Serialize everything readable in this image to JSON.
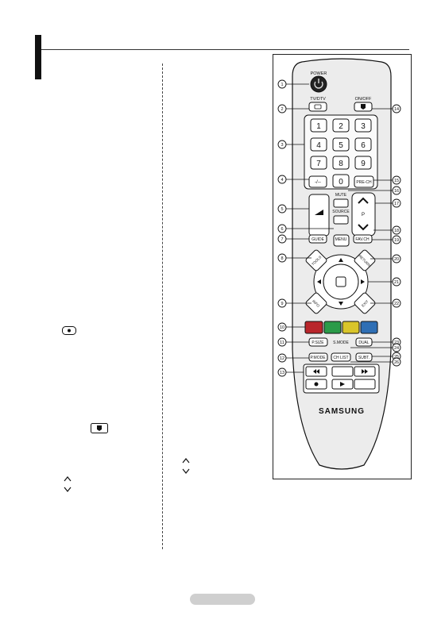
{
  "brand": "SAMSUNG",
  "remote_labels": {
    "power": "POWER",
    "tv_dtv": "TV/DTV",
    "on_off": "ON/OFF",
    "digits": [
      "1",
      "2",
      "3",
      "4",
      "5",
      "6",
      "7",
      "8",
      "9",
      "0"
    ],
    "dash": "-/--",
    "pre_ch": "PRE-CH",
    "mute": "MUTE",
    "source": "SOURCE",
    "p": "P",
    "guide": "GUIDE",
    "menu": "MENU",
    "fav_ch": "FAV.CH",
    "tools": "TOOLS",
    "return": "RETURN",
    "info": "INFO",
    "exit": "EXIT",
    "p_size": "P.SIZE",
    "dual": "DUAL",
    "p_mode": "P.MODE",
    "s_mode": "S.MODE",
    "ch_list": "CH LIST",
    "subt": "SUBT."
  },
  "callouts": [
    "1",
    "2",
    "3",
    "4",
    "5",
    "6",
    "7",
    "8",
    "9",
    "10",
    "11",
    "12",
    "13",
    "14",
    "15",
    "16",
    "17",
    "18",
    "19",
    "20",
    "21",
    "22",
    "23",
    "24",
    "25",
    "26"
  ],
  "colors": {
    "red": "#b9262b",
    "green": "#2b9b49",
    "yellow": "#d9c52a",
    "blue": "#2f6fb5",
    "remote_body": "#ececec",
    "ink": "#111111"
  }
}
